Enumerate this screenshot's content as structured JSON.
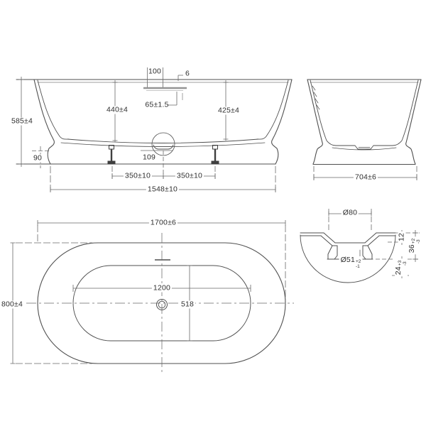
{
  "drawing_colors": {
    "line": "#4f4f4f",
    "dim_line": "#6a6a6a",
    "slot_gray": "#949494",
    "text": "#2e2e2e"
  },
  "front": {
    "height": "585±4",
    "plinth_height": "90",
    "inner_depth_left": "440±4",
    "overflow_width": "100",
    "overflow_lip": "6",
    "overflow_offset": "65±1.5",
    "inner_depth_right": "425±4",
    "drain_offset": "109",
    "foot_spacing_left": "350±10",
    "foot_spacing_right": "350±10",
    "base_length": "1548±10"
  },
  "side": {
    "base_width": "704±6"
  },
  "plan": {
    "overall_length": "1700±6",
    "overall_width": "800±4",
    "basin_length": "1200",
    "basin_width": "518"
  },
  "detail": {
    "recess_diameter": "Ø80",
    "hole_diameter": "Ø51",
    "hole_tol_up": "+2",
    "hole_tol_down": "-1",
    "lip_height": "12",
    "recess_depth": "36",
    "recess_tol_up": "+2",
    "recess_tol_down": "-3",
    "throat_depth": "24",
    "throat_tol_up": "+3",
    "throat_tol_down": "-3"
  }
}
